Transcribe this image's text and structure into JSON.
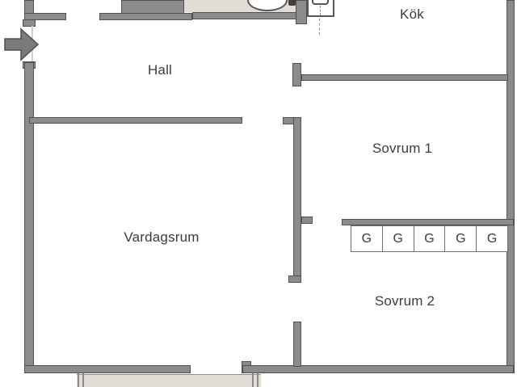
{
  "plan": {
    "type": "apartment-floor-plan",
    "rooms": {
      "kok": {
        "label": "Kök"
      },
      "hall": {
        "label": "Hall"
      },
      "sovrum1": {
        "label": "Sovrum 1"
      },
      "vardagsrum": {
        "label": "Vardagsrum"
      },
      "sovrum2": {
        "label": "Sovrum 2"
      }
    },
    "wardrobes": {
      "labels": [
        "G",
        "G",
        "G",
        "G",
        "G"
      ]
    },
    "icons": {
      "entry_arrow": "entry-arrow",
      "toilet": "toilet",
      "kitchen_sink": "kitchen-sink"
    },
    "colors": {
      "wall": "#8b8b8b",
      "wall_outline": "#515151",
      "floor_accent": "#e2ddd4",
      "text": "#3b3b3b",
      "background": "#ffffff"
    }
  }
}
